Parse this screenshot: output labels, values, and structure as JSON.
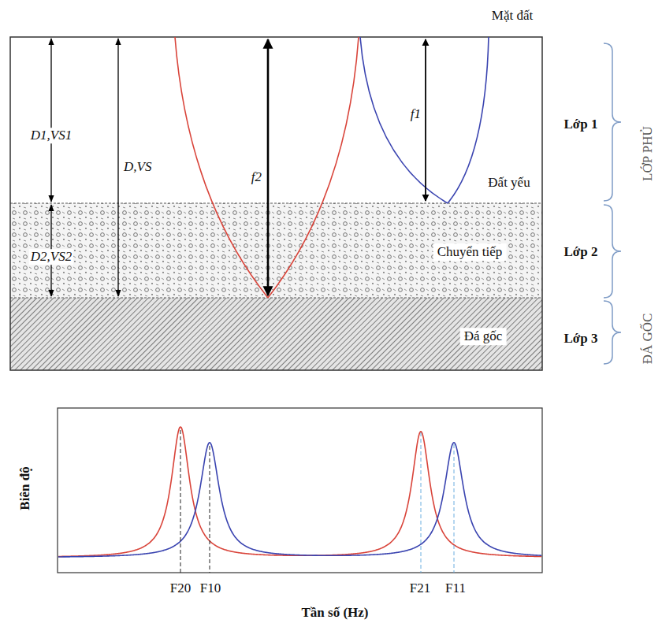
{
  "diagram": {
    "nodes": [
      {
        "text": [
          "Đất yếu"
        ]
      },
      {
        "text": [
          "Chuyển tiếp"
        ]
      },
      {
        "text": [
          "Đá gốc"
        ]
      }
    ],
    "labels": [
      "Mặt đất",
      "D1,VS1",
      "D,VS",
      "f2",
      "f1",
      "D2,VS2",
      "Lớp 1",
      "LỚP PHỦ",
      "Lớp 2",
      "Lớp 3",
      "ĐÁ GỐC",
      "Biên độ",
      "F20",
      "F10",
      "F21",
      "F11",
      "Tần số (Hz)"
    ]
  }
}
